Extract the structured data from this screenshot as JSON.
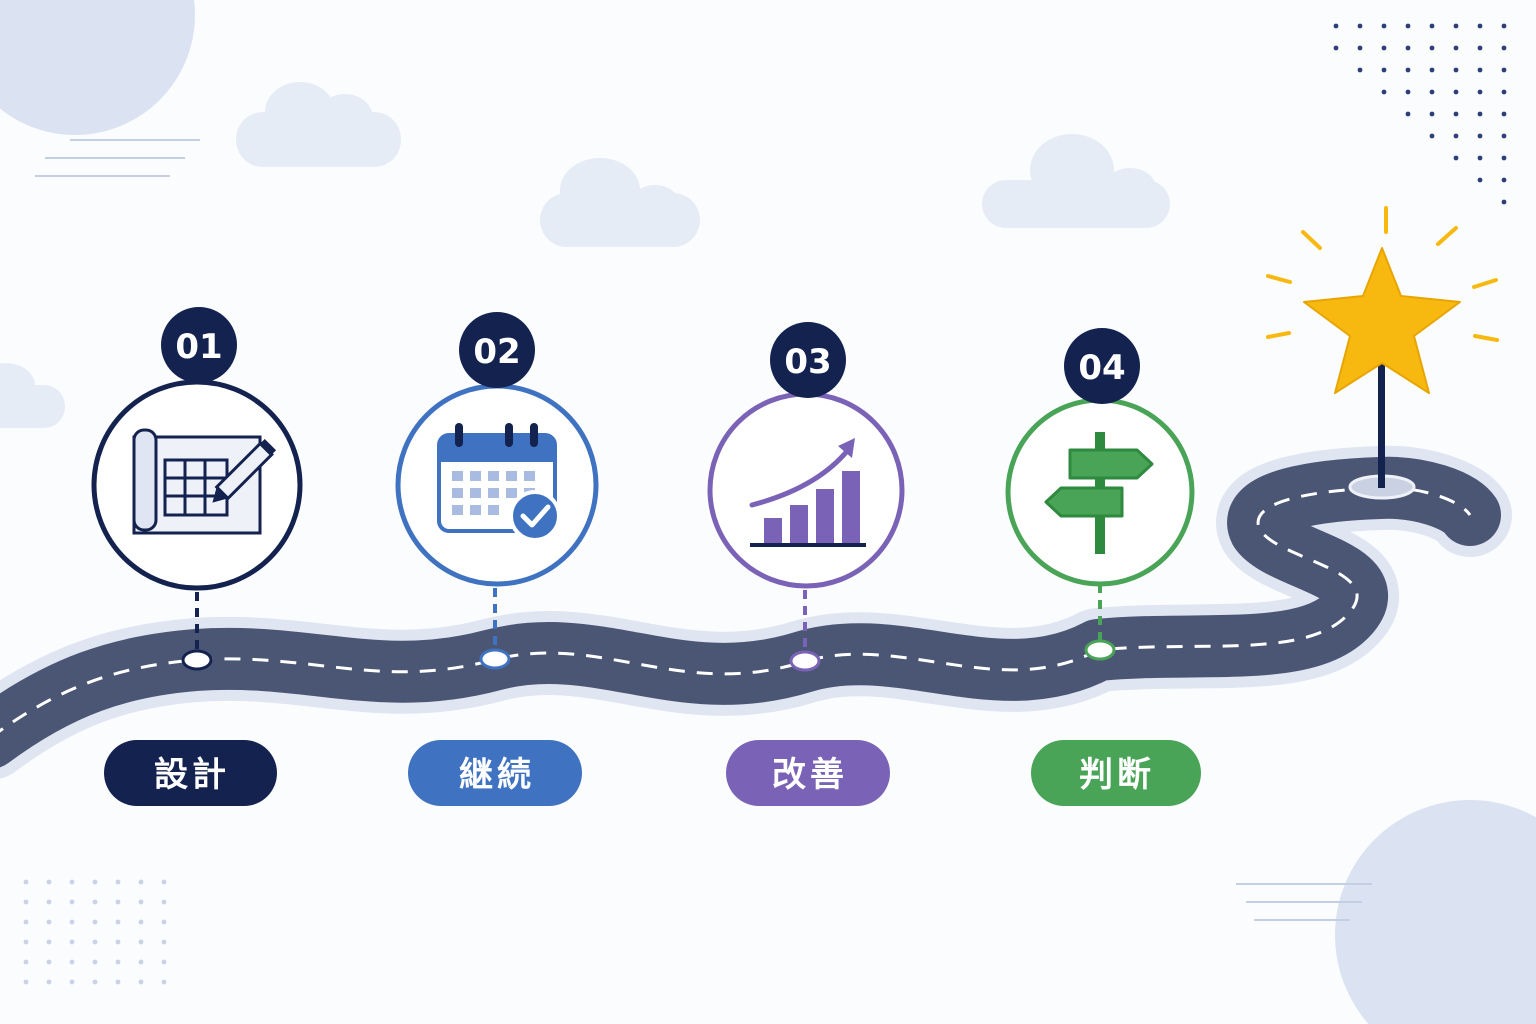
{
  "colors": {
    "background": "#fbfcfe",
    "navy": "#14224f",
    "blue": "#3f72c0",
    "purple": "#7a63b6",
    "green": "#4aa458",
    "road": "#4b5675",
    "road_edge": "#dfe5f1",
    "star": "#f7b90f",
    "cloud": "#e6ecf6"
  },
  "steps": [
    {
      "number": "01",
      "label": "設計",
      "icon": "blueprint-pencil-icon",
      "color": "#14224f"
    },
    {
      "number": "02",
      "label": "継続",
      "icon": "calendar-check-icon",
      "color": "#3f72c0"
    },
    {
      "number": "03",
      "label": "改善",
      "icon": "growth-chart-icon",
      "color": "#7a63b6"
    },
    {
      "number": "04",
      "label": "判断",
      "icon": "signpost-icon",
      "color": "#4aa458"
    }
  ],
  "goal": {
    "icon": "star-flag-icon"
  }
}
